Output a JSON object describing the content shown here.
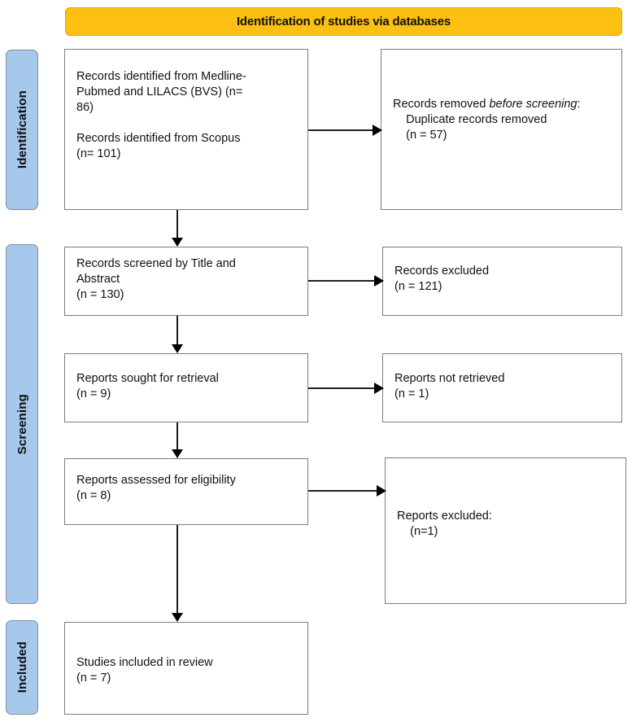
{
  "figure": {
    "type": "prisma-flow-diagram",
    "banner": {
      "title": "Identification of studies via databases",
      "color": "#FBC011"
    },
    "stage_color": "#A6C8EA",
    "box_border_color": "#7d7d7d",
    "stages": [
      {
        "id": "identification",
        "label": "Identification"
      },
      {
        "id": "screening",
        "label": "Screening"
      },
      {
        "id": "included",
        "label": "Included"
      }
    ],
    "boxes": {
      "identified": {
        "line1": "Records identified from Medline-",
        "line2": "Pubmed and LILACS (BVS) (n=",
        "line3": "86)",
        "line4": "",
        "line5": "Records identified from Scopus",
        "line6": "(n= 101)",
        "text": "Records identified from Medline-\nPubmed and LILACS (BVS) (n=\n86)\n\nRecords identified from Scopus\n(n= 101)"
      },
      "removed": {
        "lead": "Records removed ",
        "italic": "before screening",
        "colon": ":",
        "detail1": "    Duplicate records removed",
        "detail2": "    (n = 57)"
      },
      "screened": {
        "text": "Records screened by Title and\nAbstract\n(n = 130)"
      },
      "excluded": {
        "text": "Records excluded\n(n = 121)"
      },
      "sought": {
        "text": "Reports sought for retrieval\n(n = 9)"
      },
      "not_retrieved": {
        "text": "Reports not retrieved\n(n = 1)"
      },
      "assessed": {
        "text": "Reports assessed for eligibility\n(n = 8)"
      },
      "reports_excluded": {
        "text": "Reports excluded:\n    (n=1)"
      },
      "included": {
        "text": "Studies included in review\n(n = 7)"
      }
    },
    "counts": {
      "medline_pubmed_lilacs": 86,
      "scopus": 101,
      "duplicates_removed": 57,
      "records_screened": 130,
      "records_excluded": 121,
      "reports_sought": 9,
      "reports_not_retrieved": 1,
      "reports_assessed": 8,
      "reports_excluded": 1,
      "studies_included": 7
    }
  }
}
